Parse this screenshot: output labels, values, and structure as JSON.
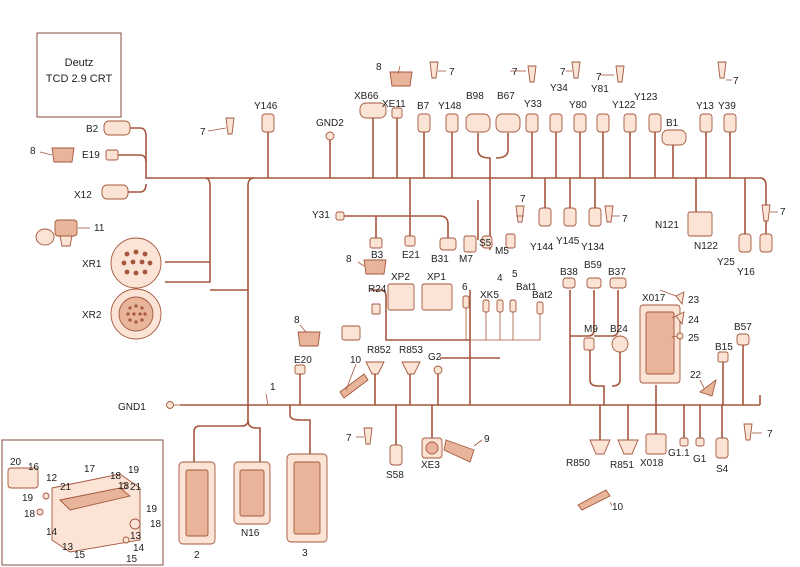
{
  "title_box": {
    "line1": "Deutz",
    "line2": "TCD 2.9 CRT"
  },
  "colors": {
    "wire": "#a4573c",
    "connector_fill": "#fbe3d6",
    "connector_dark": "#e9b59a",
    "text": "#222222"
  },
  "labels": {
    "n8a": "8",
    "XB66": "XB66",
    "XE11": "XE11",
    "n7a": "7",
    "B7": "B7",
    "Y148": "Y148",
    "B98": "B98",
    "B67": "B67",
    "n7b": "7",
    "Y33": "Y33",
    "n7c": "7",
    "Y34": "Y34",
    "n7d": "7",
    "Y80": "Y80",
    "Y81": "Y81",
    "Y122": "Y122",
    "Y123": "Y123",
    "n7e": "7",
    "Y13": "Y13",
    "Y39": "Y39",
    "Y146": "Y146",
    "n7f": "7",
    "GND2": "GND2",
    "B2": "B2",
    "n8b": "8",
    "E19": "E19",
    "X12": "X12",
    "B1": "B1",
    "n11": "11",
    "Y31": "Y31",
    "n7g": "7",
    "N121": "N121",
    "N122": "N122",
    "B3": "B3",
    "E21": "E21",
    "B31": "B31",
    "M7": "M7",
    "S5": "S5",
    "M5": "M5",
    "Y144": "Y144",
    "Y145": "Y145",
    "Y134": "Y134",
    "n7h": "7",
    "n7i": "7",
    "Y25": "Y25",
    "Y16": "Y16",
    "XR1": "XR1",
    "n8c": "8",
    "XR2": "XR2",
    "XP2": "XP2",
    "XP1": "XP1",
    "n6": "6",
    "n4": "4",
    "n5": "5",
    "XK5": "XK5",
    "Bat1": "Bat1",
    "Bat2": "Bat2",
    "R24": "R24",
    "B38": "B38",
    "B59": "B59",
    "B37": "B37",
    "X017": "X017",
    "n23": "23",
    "n24": "24",
    "n25": "25",
    "M9": "M9",
    "B24": "B24",
    "B57": "B57",
    "B15": "B15",
    "n22": "22",
    "n8d": "8",
    "E20": "E20",
    "R852": "R852",
    "R853": "R853",
    "G2": "G2",
    "n10a": "10",
    "n1": "1",
    "GND1": "GND1",
    "n7j": "7",
    "S58": "S58",
    "XE3": "XE3",
    "n9": "9",
    "R850": "R850",
    "R851": "R851",
    "X018": "X018",
    "G1_1": "G1.1",
    "G1": "G1",
    "S4": "S4",
    "n7k": "7",
    "n10b": "10",
    "n2": "2",
    "N16": "N16",
    "n3": "3",
    "n20": "20",
    "n16a": "16",
    "n12": "12",
    "n17": "17",
    "n18a": "18",
    "n19a": "19",
    "n21a": "21",
    "n19b": "19",
    "n18b": "18",
    "n21b": "21",
    "n19c": "19",
    "n18c": "18",
    "n18d": "18",
    "n13a": "13",
    "n14a": "14",
    "n13b": "13",
    "n15a": "15",
    "n14b": "14",
    "n15b": "15"
  }
}
